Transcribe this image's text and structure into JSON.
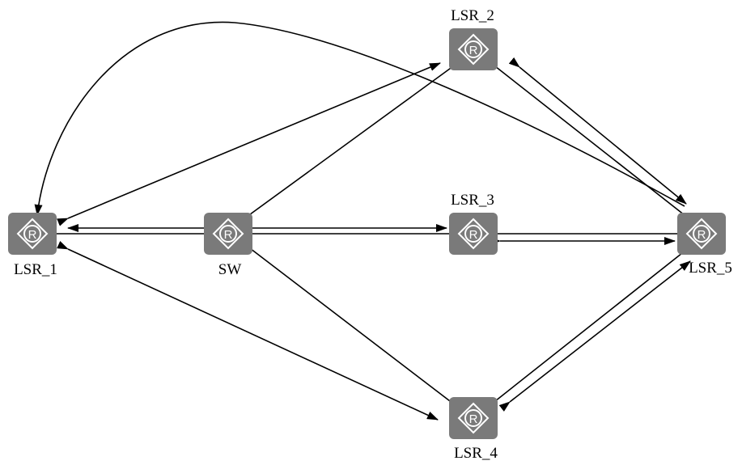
{
  "colors": {
    "router_fill": "#7a7a7a",
    "router_symbol": "#ffffff",
    "line": "#000000",
    "background": "#ffffff"
  },
  "nodes": {
    "lsr1": {
      "label": "LSR_1",
      "icon": "router-icon"
    },
    "sw": {
      "label": "SW",
      "icon": "router-icon"
    },
    "lsr2": {
      "label": "LSR_2",
      "icon": "router-icon"
    },
    "lsr3": {
      "label": "LSR_3",
      "icon": "router-icon"
    },
    "lsr4": {
      "label": "LSR_4",
      "icon": "router-icon"
    },
    "lsr5": {
      "label": "LSR_5",
      "icon": "router-icon"
    }
  },
  "router_symbol": "R"
}
